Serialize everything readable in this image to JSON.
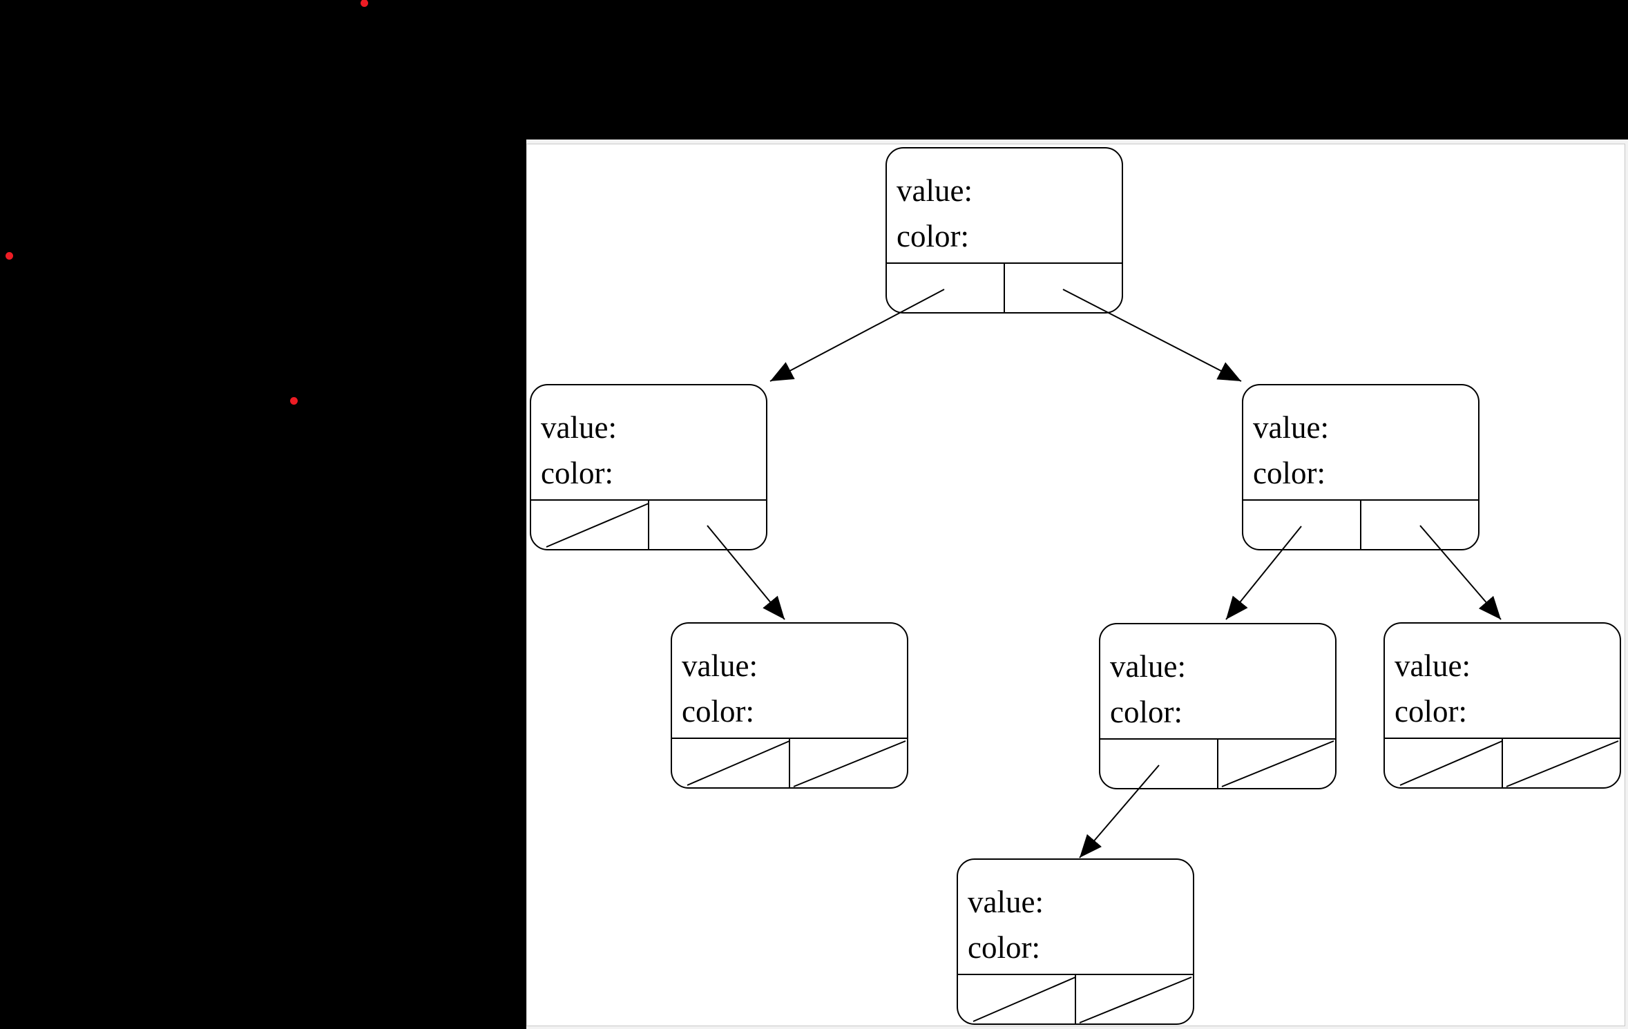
{
  "scene": {
    "background_color": "#000000",
    "marker_dots": {
      "color": "#ed1c24",
      "count": 3
    }
  },
  "window": {
    "frame_color": "#f2f2f2",
    "frame_border_color": "#c8c8c8",
    "canvas_color": "#ffffff",
    "line_color": "#000000"
  },
  "diagram": {
    "type": "binary-tree-node-diagram",
    "nodes": [
      {
        "id": "root",
        "value_label": "value:",
        "color_label": "color:",
        "left_pointer": "arrow",
        "right_pointer": "arrow"
      },
      {
        "id": "left-child",
        "value_label": "value:",
        "color_label": "color:",
        "left_pointer": "null",
        "right_pointer": "arrow"
      },
      {
        "id": "right-child",
        "value_label": "value:",
        "color_label": "color:",
        "left_pointer": "arrow",
        "right_pointer": "arrow"
      },
      {
        "id": "left-right-grandchild",
        "value_label": "value:",
        "color_label": "color:",
        "left_pointer": "null",
        "right_pointer": "null"
      },
      {
        "id": "right-left-grandchild",
        "value_label": "value:",
        "color_label": "color:",
        "left_pointer": "arrow",
        "right_pointer": "null"
      },
      {
        "id": "right-right-grandchild",
        "value_label": "value:",
        "color_label": "color:",
        "left_pointer": "null",
        "right_pointer": "null"
      },
      {
        "id": "bottom-node",
        "value_label": "value:",
        "color_label": "color:",
        "left_pointer": "null",
        "right_pointer": "null"
      }
    ],
    "edges": [
      {
        "from": "root.left",
        "to": "left-child"
      },
      {
        "from": "root.right",
        "to": "right-child"
      },
      {
        "from": "left-child.right",
        "to": "left-right-grandchild"
      },
      {
        "from": "right-child.left",
        "to": "right-left-grandchild"
      },
      {
        "from": "right-child.right",
        "to": "right-right-grandchild"
      },
      {
        "from": "right-left-grandchild.left",
        "to": "bottom-node"
      }
    ]
  }
}
